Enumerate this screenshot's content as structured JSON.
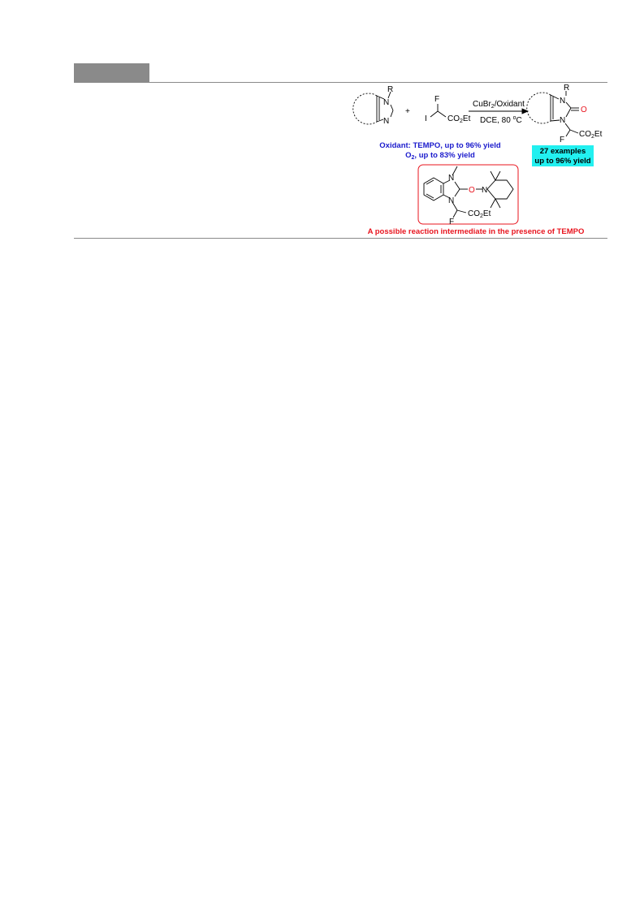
{
  "scheme": {
    "reactant1": {
      "R": "R",
      "N1": "N",
      "N3": "N"
    },
    "plus": "+",
    "reactant2": {
      "F": "F",
      "I": "I",
      "co2et_a": "CO",
      "co2et_sub": "2",
      "co2et_b": "Et"
    },
    "conditions": {
      "above_a": "CuBr",
      "above_sub": "2",
      "above_b": "/Oxidant",
      "below_a": "DCE, 80 ",
      "below_sup": "o",
      "below_b": "C"
    },
    "product": {
      "R": "R",
      "N1": "N",
      "N3": "N",
      "O": "O",
      "F": "F",
      "co2et_a": "CO",
      "co2et_sub": "2",
      "co2et_b": "Et"
    },
    "oxidant_line1": "Oxidant: TEMPO, up to 96% yield",
    "oxidant_line2_a": "O",
    "oxidant_line2_sub": "2",
    "oxidant_line2_b": ", up to 83% yield",
    "examples_line1": "27 examples",
    "examples_line2": "up to 96% yield",
    "intermediate": {
      "N1": "N",
      "N3": "N",
      "O": "O",
      "Npip": "N",
      "F": "F",
      "co2et_a": "CO",
      "co2et_sub": "2",
      "co2et_b": "Et"
    },
    "intermediate_caption": "A possible reaction intermediate in the presence of TEMPO"
  },
  "colors": {
    "blue": "#1a1acc",
    "red": "#e8141e",
    "cyan": "#22f0f0",
    "gray": "#8a8a8a"
  }
}
